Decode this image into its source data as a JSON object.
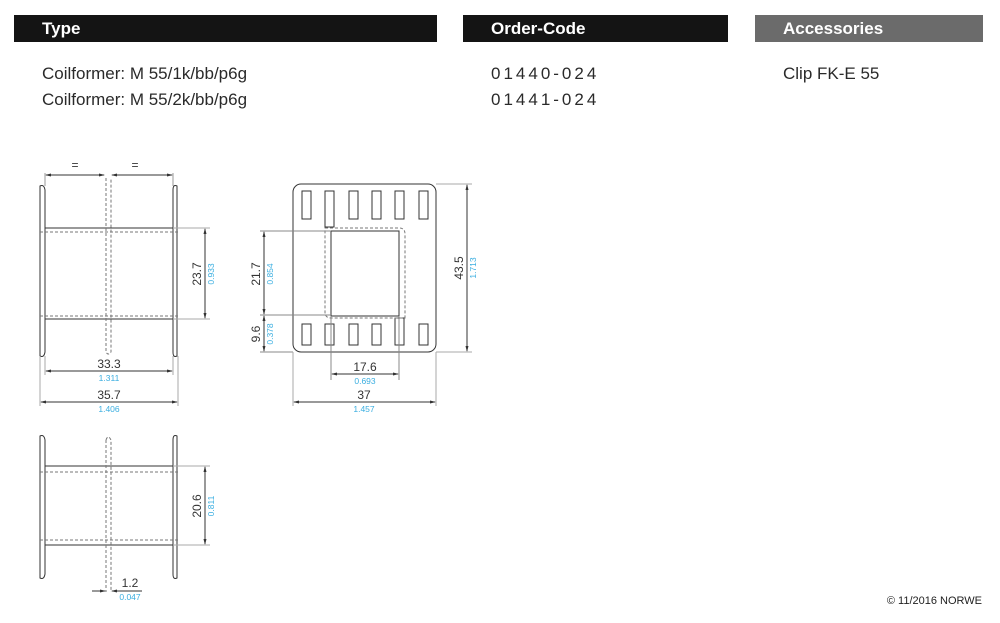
{
  "headers": {
    "type": "Type",
    "order_code": "Order-Code",
    "accessories": "Accessories"
  },
  "rows": [
    {
      "type": "Coilformer:  M 55/1k/bb/p6g",
      "order_code": "01440-024",
      "accessory": "Clip FK-E 55"
    },
    {
      "type": "Coilformer:  M 55/2k/bb/p6g",
      "order_code": "01441-024",
      "accessory": ""
    }
  ],
  "colors": {
    "header_dark": "#141414",
    "header_gray": "#6b6b6b",
    "inch_text": "#3aaee0"
  },
  "drawing": {
    "side_view_top": {
      "equal_marks": [
        "=",
        "="
      ],
      "height": {
        "mm": "23.7",
        "inch": "0.933"
      },
      "inner_width": {
        "mm": "33.3",
        "inch": "1.311"
      },
      "outer_width": {
        "mm": "35.7",
        "inch": "1.406"
      }
    },
    "front_view": {
      "window_height": {
        "mm": "21.7",
        "inch": "0.854"
      },
      "pin_row": {
        "mm": "9.6",
        "inch": "0.378"
      },
      "window_width": {
        "mm": "17.6",
        "inch": "0.693"
      },
      "total_width": {
        "mm": "37",
        "inch": "1.457"
      },
      "total_height": {
        "mm": "43.5",
        "inch": "1.713"
      }
    },
    "side_view_bottom": {
      "height": {
        "mm": "20.6",
        "inch": "0.811"
      },
      "divider": {
        "mm": "1.2",
        "inch": "0.047"
      }
    }
  },
  "footer": {
    "copyright": "© 11/2016 NORWE"
  }
}
